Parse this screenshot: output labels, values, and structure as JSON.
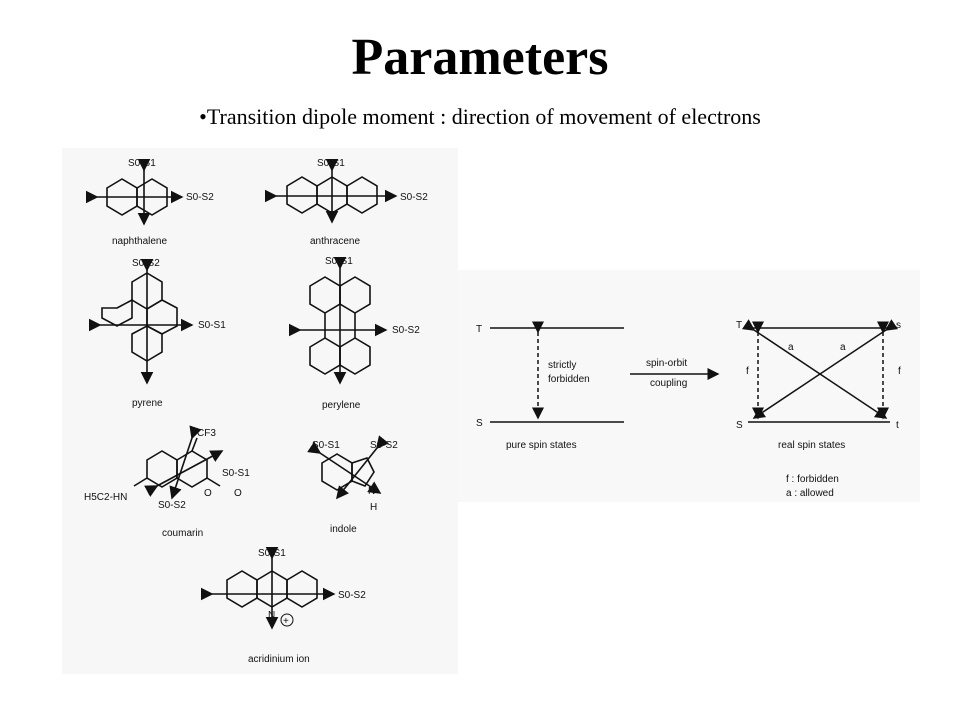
{
  "slide": {
    "title": "Parameters",
    "bullet": "•Transition dipole moment : direction of movement of electrons"
  },
  "molecules": {
    "naphthalene": {
      "name": "naphthalene",
      "axis_a": "S0-S1",
      "axis_b": "S0-S2"
    },
    "anthracene": {
      "name": "anthracene",
      "axis_a": "S0-S1",
      "axis_b": "S0-S2"
    },
    "pyrene": {
      "name": "pyrene",
      "axis_a": "S0-S2",
      "axis_b": "S0-S1"
    },
    "perylene": {
      "name": "perylene",
      "axis_a": "S0-S1",
      "axis_b": "S0-S2"
    },
    "coumarin": {
      "name": "coumarin",
      "axis_a": "S0-S1",
      "axis_b": "S0-S2",
      "substituent_top": "CF3",
      "substituent_left": "H5C2-HN",
      "carbonyl": "O",
      "ring_o": "O"
    },
    "indole": {
      "name": "indole",
      "axis_a": "S0-S1",
      "axis_b": "S0-S2",
      "nh": "N",
      "h": "H"
    },
    "acridinium": {
      "name": "acridinium ion",
      "axis_a": "S0-S1",
      "axis_b": "S0-S2",
      "n_label": "N",
      "charge": "+"
    }
  },
  "spin_diagram": {
    "left": {
      "top_label": "T",
      "bottom_label": "S",
      "middle_text_1": "strictly",
      "middle_text_2": "forbidden",
      "caption": "pure spin states"
    },
    "arrow_text_1": "spin-orbit",
    "arrow_text_2": "coupling",
    "right": {
      "tl": "T",
      "tr": "s",
      "bl": "S",
      "br": "t",
      "f_left": "f",
      "f_right": "f",
      "a_left": "a",
      "a_right": "a",
      "caption": "real spin states"
    },
    "legend_f": "f : forbidden",
    "legend_a": "a : allowed"
  }
}
